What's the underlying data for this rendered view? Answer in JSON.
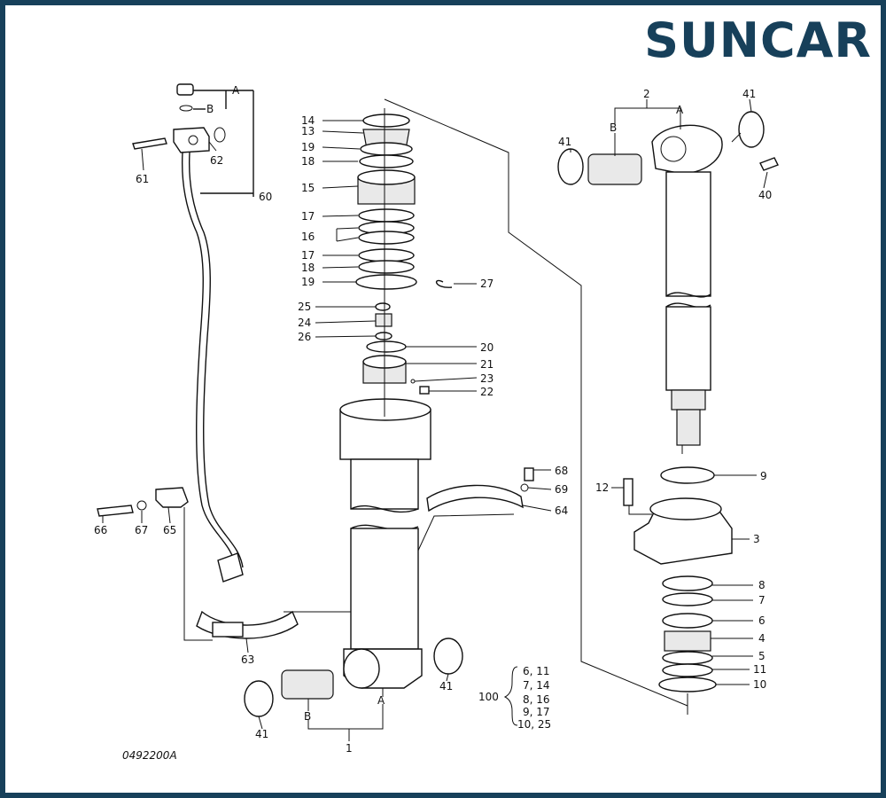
{
  "brand": {
    "logo_text": "SUNCAR",
    "primary_color": "#17405a",
    "accent_color": "#19a3c9"
  },
  "diagram": {
    "drawing_code": "0492200A",
    "callouts": {
      "c1": "1",
      "c2": "2",
      "c3": "3",
      "c4": "4",
      "c5": "5",
      "c6": "6",
      "c7": "7",
      "c8": "8",
      "c9": "9",
      "c10": "10",
      "c11": "11",
      "c12": "12",
      "c13": "13",
      "c14": "14",
      "c15": "15",
      "c16": "16",
      "c17a": "17",
      "c17b": "17",
      "c18a": "18",
      "c18b": "18",
      "c19a": "19",
      "c19b": "19",
      "c20": "20",
      "c21": "21",
      "c22": "22",
      "c23": "23",
      "c24": "24",
      "c25": "25",
      "c26": "26",
      "c27": "27",
      "c40": "40",
      "c41a": "41",
      "c41b": "41",
      "c41c": "41",
      "c41d": "41",
      "c60": "60",
      "c61": "61",
      "c62": "62",
      "c63": "63",
      "c64": "64",
      "c65": "65",
      "c66": "66",
      "c67": "67",
      "c68": "68",
      "c69": "69",
      "a_pipe": "A",
      "b_pipe": "B",
      "a_rod": "A",
      "b_rod": "B",
      "a_barrel": "A",
      "b_barrel": "B"
    },
    "kit": {
      "id": "100",
      "rows": [
        "6,  11",
        "7,  14",
        "8,  16",
        "9,  17",
        "10,  25"
      ]
    }
  }
}
